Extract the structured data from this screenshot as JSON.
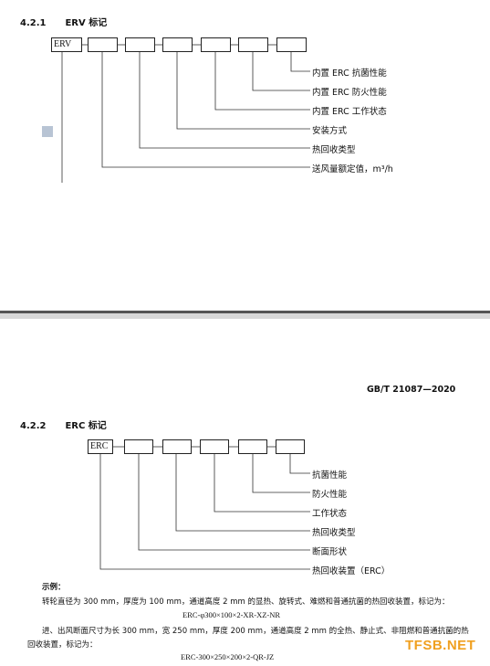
{
  "section1": {
    "number": "4.2.1",
    "title": "ERV 标记",
    "code_box": "ERV",
    "labels": [
      "内置 ERC 抗菌性能",
      "内置 ERC 防火性能",
      "内置 ERC 工作状态",
      "安装方式",
      "热回收类型",
      "送风量额定值，m³/h"
    ]
  },
  "header": {
    "standard_number": "GB/T 21087—2020"
  },
  "section2": {
    "number": "4.2.2",
    "title": "ERC 标记",
    "code_box": "ERC",
    "labels": [
      "抗菌性能",
      "防火性能",
      "工作状态",
      "热回收类型",
      "断面形状",
      "热回收装置（ERC）"
    ],
    "example_heading": "示例：",
    "example1_text": "转轮直径为 300 mm，厚度为 100 mm，通道高度 2 mm 的显热、旋转式、难燃和普通抗菌的热回收装置，标记为：",
    "example1_code": "ERC-φ300×100×2-XR-XZ-NR",
    "example2_text_line1": "进、出风断面尺寸为长 300 mm，宽 250 mm，厚度 200 mm，通道高度 2 mm 的全热、静止式、非阻燃和普通抗菌的热",
    "example2_text_line2": "回收装置，标记为：",
    "example2_code": "ERC-300×250×200×2-QR-JZ"
  },
  "watermark": {
    "text": "TFSB.NET"
  }
}
